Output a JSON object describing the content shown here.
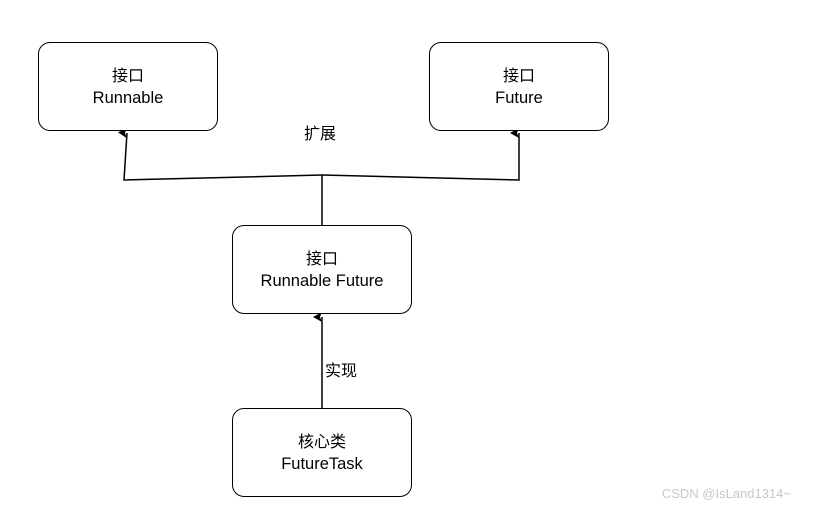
{
  "nodes": {
    "runnable": {
      "kind": "接口",
      "name": "Runnable"
    },
    "future": {
      "kind": "接口",
      "name": "Future"
    },
    "runnable_future": {
      "kind": "接口",
      "name": "Runnable Future"
    },
    "future_task": {
      "kind": "核心类",
      "name": "FutureTask"
    }
  },
  "edges": {
    "extends_label": "扩展",
    "implements_label": "实现"
  },
  "watermark": "CSDN @IsLand1314~",
  "colors": {
    "stroke": "#000000",
    "background": "#ffffff",
    "watermark": "#c8c8c8"
  }
}
